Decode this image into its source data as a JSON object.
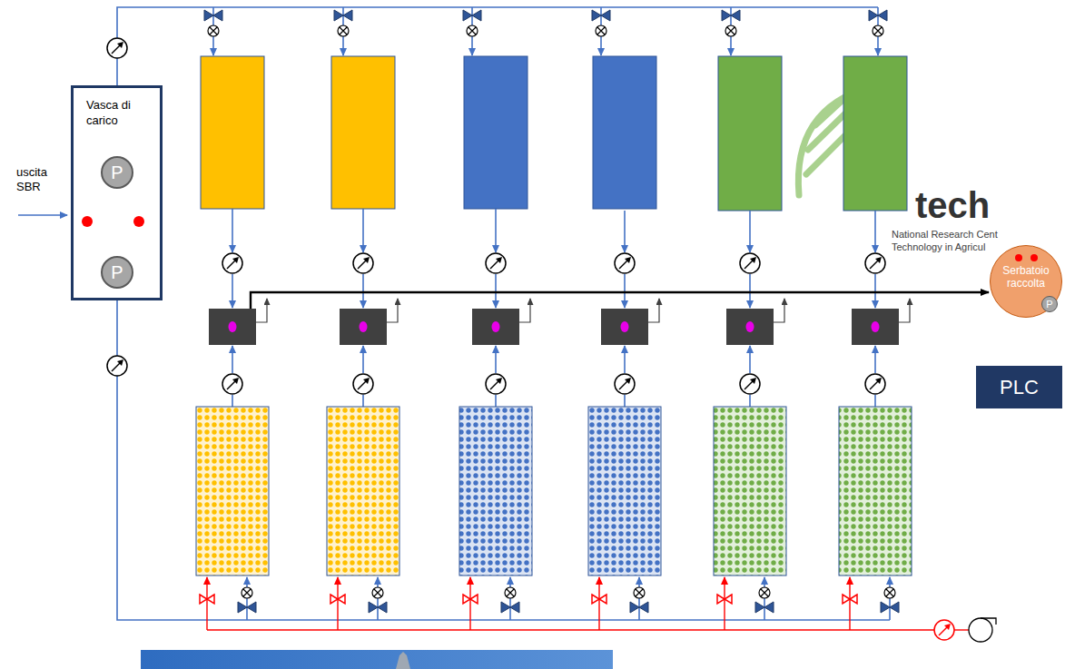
{
  "diagram": {
    "nodes": [
      {
        "text": [
          "Vasca di carico"
        ]
      },
      {
        "text": [
          "P"
        ],
        "in": 0
      },
      {
        "text": [
          "P"
        ],
        "in": 0
      },
      {
        "text": [
          "Serbatoio raccolta"
        ]
      },
      {
        "text": [
          "P"
        ],
        "in": 3
      },
      {
        "text": [
          "PLC"
        ]
      }
    ],
    "labels": [
      "uscita SBR",
      "tech",
      "National Research Cent",
      "Technology in Agricul"
    ]
  }
}
